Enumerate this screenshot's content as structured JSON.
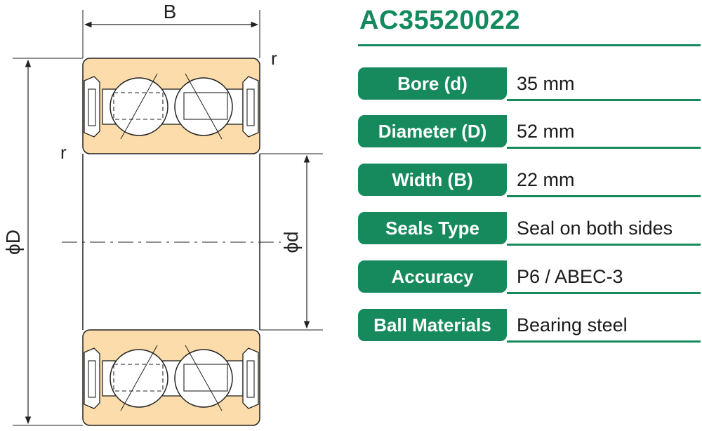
{
  "drawing": {
    "dim_labels": {
      "width": "B",
      "outer": "ϕD",
      "bore": "ϕd",
      "radius_top": "r",
      "radius_left": "r"
    }
  },
  "specs": {
    "model": "AC35520022",
    "rows": [
      {
        "label": "Bore (d)",
        "value": "35 mm"
      },
      {
        "label": "Diameter (D)",
        "value": "52 mm"
      },
      {
        "label": "Width (B)",
        "value": "22 mm"
      },
      {
        "label": "Seals Type",
        "value": "Seal on both sides"
      },
      {
        "label": "Accuracy",
        "value": "P6 / ABEC-3"
      },
      {
        "label": "Ball Materials",
        "value": "Bearing steel"
      }
    ]
  },
  "colors": {
    "accent": "#168a5d",
    "ring_fill": "#fbdcaa",
    "line": "#222222"
  }
}
